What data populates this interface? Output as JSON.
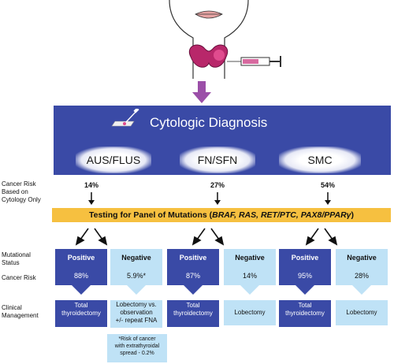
{
  "title": "Cytologic Diagnosis",
  "categories": [
    "AUS/FLUS",
    "FN/SFN",
    "SMC"
  ],
  "row_labels": {
    "cancer_risk_cytology": [
      "Cancer Risk",
      "Based on",
      "Cytology Only"
    ],
    "mutational_status": [
      "Mutational",
      "Status"
    ],
    "cancer_risk": "Cancer Risk",
    "clinical_management": [
      "Clinical",
      "Management"
    ]
  },
  "cytology_risk": [
    "14%",
    "27%",
    "54%"
  ],
  "mutation_panel": {
    "prefix": "Testing for Panel of Mutations (",
    "genes": "BRAF, RAS, RET/PTC, PAX8/PPARγ",
    "suffix": ")"
  },
  "groups": [
    {
      "positive": {
        "label": "Positive",
        "risk": "88%",
        "management": [
          "Total",
          "thyroidectomy"
        ]
      },
      "negative": {
        "label": "Negative",
        "risk": "5.9%*",
        "management": [
          "Lobectomy vs.",
          "observation",
          "+/- repeat FNA"
        ]
      }
    },
    {
      "positive": {
        "label": "Positive",
        "risk": "87%",
        "management": [
          "Total",
          "thyroidectomy"
        ]
      },
      "negative": {
        "label": "Negative",
        "risk": "14%",
        "management": [
          "Lobectomy"
        ]
      }
    },
    {
      "positive": {
        "label": "Positive",
        "risk": "95%",
        "management": [
          "Total",
          "thyroidectomy"
        ]
      },
      "negative": {
        "label": "Negative",
        "risk": "28%",
        "management": [
          "Lobectomy"
        ]
      }
    }
  ],
  "footnote": [
    "*Risk of cancer",
    "with extrathyroidal",
    "spread - 0.2%"
  ],
  "colors": {
    "band": "#3a4aa6",
    "panel": "#f6c040",
    "negative": "#bfe2f6",
    "arrow": "#9b4fa8"
  }
}
